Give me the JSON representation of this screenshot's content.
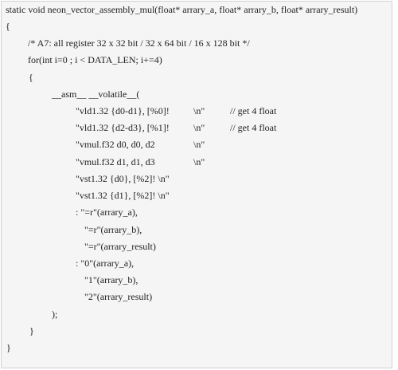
{
  "code": {
    "signature": "static void neon_vector_assembly_mul(float* arrary_a, float* arrary_b, float* arrary_result)",
    "open_brace": "{",
    "comment": "/* A7: all register 32 x 32 bit / 32 x 64 bit / 16 x 128 bit */",
    "for_statement": "for(int i=0 ; i < DATA_LEN; i+=4)",
    "for_open_brace": "{",
    "asm_statement": "__asm__ __volatile__(",
    "asm_lines": [
      {
        "instruction": "\"vld1.32 {d0-d1}, [%0]!",
        "terminator": "\\n\"",
        "comment": "// get 4 float"
      },
      {
        "instruction": "\"vld1.32 {d2-d3}, [%1]!",
        "terminator": "\\n\"",
        "comment": "// get 4 float"
      },
      {
        "instruction": "\"vmul.f32 d0, d0, d2",
        "terminator": "\\n\"",
        "comment": ""
      },
      {
        "instruction": "\"vmul.f32 d1, d1, d3",
        "terminator": "\\n\"",
        "comment": ""
      },
      {
        "instruction": "\"vst1.32 {d0}, [%2]! \\n\"",
        "terminator": "",
        "comment": ""
      },
      {
        "instruction": "\"vst1.32 {d1}, [%2]! \\n\"",
        "terminator": "",
        "comment": ""
      }
    ],
    "outputs": [
      ": \"=r\"(arrary_a),",
      "\"=r\"(arrary_b),",
      "\"=r\"(arrary_result)"
    ],
    "inputs": [
      ": \"0\"(arrary_a),",
      "\"1\"(arrary_b),",
      "\"2\"(arrary_result)"
    ],
    "asm_close": ");",
    "for_close_brace": "}",
    "close_brace": "}"
  }
}
